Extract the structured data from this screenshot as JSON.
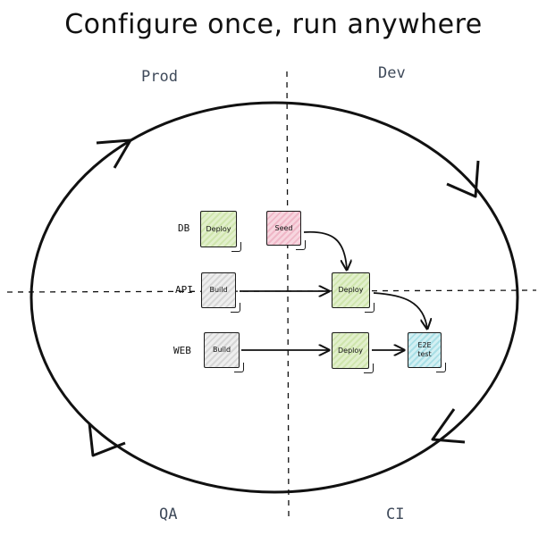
{
  "title": "Configure once, run anywhere",
  "quadrants": {
    "top_left": "Prod",
    "top_right": "Dev",
    "bottom_left": "QA",
    "bottom_right": "CI"
  },
  "rows": {
    "db": "DB",
    "api": "API",
    "web": "WEB"
  },
  "nodes": {
    "db_deploy": "Deploy",
    "db_seed": "Seed",
    "api_build": "Build",
    "api_deploy": "Deploy",
    "web_build": "Build",
    "web_deploy": "Deploy",
    "e2e_line1": "E2E",
    "e2e_line2": "test"
  },
  "colors": {
    "deploy": "#cfe5ad",
    "seed": "#efb7c7",
    "build": "#d6d6d6",
    "test": "#a9dfe6"
  }
}
